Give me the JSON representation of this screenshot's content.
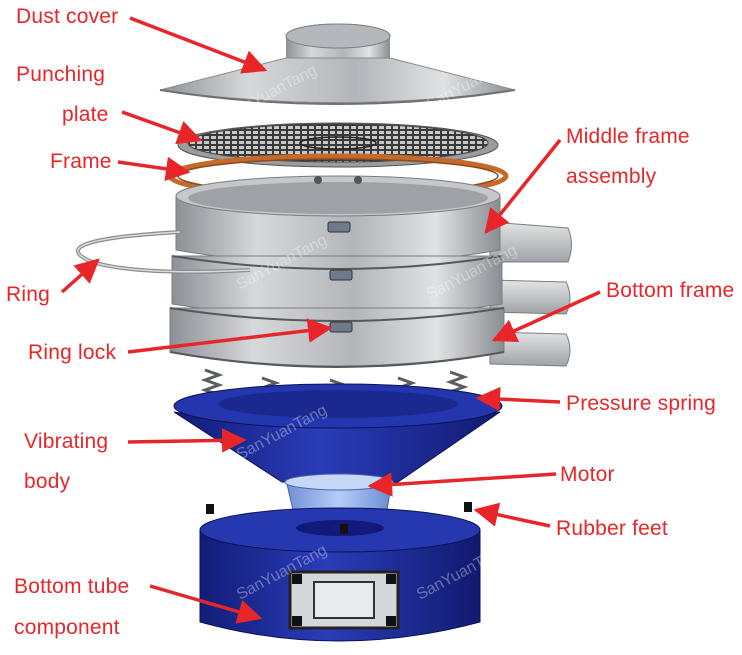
{
  "labels": {
    "dust_cover": "Dust cover",
    "punching_plate_1": "Punching",
    "punching_plate_2": "plate",
    "frame": "Frame",
    "middle_frame_1": "Middle frame",
    "middle_frame_2": "assembly",
    "ring": "Ring",
    "bottom_frame": "Bottom frame",
    "ring_lock": "Ring lock",
    "pressure_spring": "Pressure spring",
    "vibrating_body_1": "Vibrating",
    "vibrating_body_2": "body",
    "motor": "Motor",
    "rubber_feet": "Rubber feet",
    "bottom_tube_1": "Bottom tube",
    "bottom_tube_2": "component"
  },
  "watermark": "SanYuanTang",
  "colors": {
    "label": "#e8262a",
    "arrow": "#e8262a",
    "steel": "#b9bcc0",
    "base_blue": "#1f2d9a",
    "motor_blue": "#8fb0ee",
    "frame_orange": "#c46a2a"
  }
}
